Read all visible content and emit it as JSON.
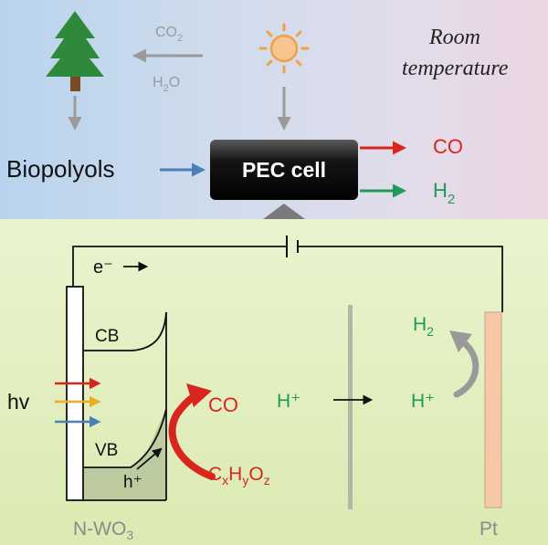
{
  "top": {
    "room_temp_line1": "Room",
    "room_temp_line2": "temperature",
    "co2_label": "CO",
    "co2_sub": "2",
    "h2o_label": "H",
    "h2o_sub": "2",
    "h2o_tail": "O",
    "input_label": "Biopolyols",
    "cell_label": "PEC cell",
    "output_co": "CO",
    "output_h2": "H",
    "output_h2_sub": "2"
  },
  "bottom": {
    "electron_label": "e⁻",
    "cb_label": "CB",
    "vb_label": "VB",
    "hv_label": "hv",
    "hole_label": "h⁺",
    "product_co": "CO",
    "substrate_c": "C",
    "substrate_x": "x",
    "substrate_h": "H",
    "substrate_y": "y",
    "substrate_o": "O",
    "substrate_z": "z",
    "proton_left": "H⁺",
    "proton_right": "H⁺",
    "h2_label": "H",
    "h2_sub": "2",
    "anode_label": "N-WO",
    "anode_sub": "3",
    "cathode_label": "Pt"
  },
  "colors": {
    "red": "#d8261f",
    "green": "#1f9a5a",
    "blue": "#4a7fb8",
    "gray": "#9a9a9a",
    "tree_green": "#2e8a3a",
    "tree_trunk": "#7a4a22",
    "sun": "#f0a04b"
  }
}
